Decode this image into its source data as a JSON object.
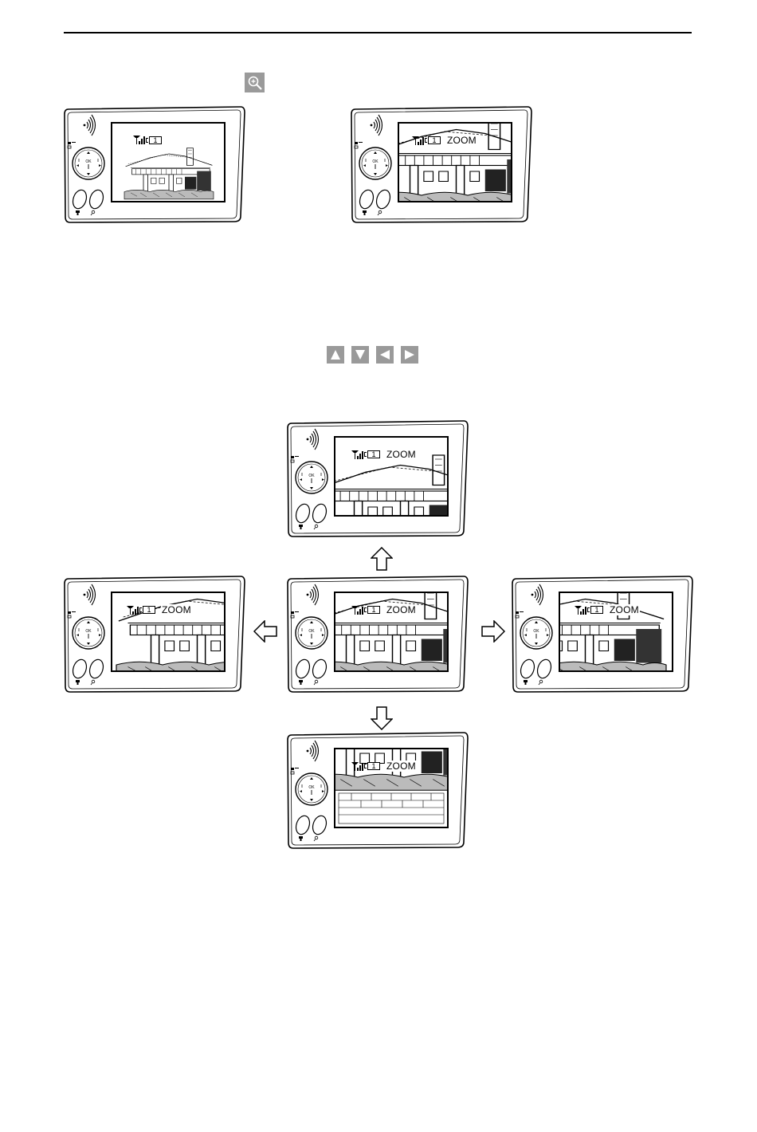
{
  "zoom_key_icon": "zoom-in-magnifier-icon",
  "direction_keys": [
    {
      "icon": "up-triangle-icon",
      "direction": "up"
    },
    {
      "icon": "down-triangle-icon",
      "direction": "down"
    },
    {
      "icon": "left-triangle-icon",
      "direction": "left"
    },
    {
      "icon": "right-triangle-icon",
      "direction": "right"
    }
  ],
  "monitors": [
    {
      "id": "before-zoom",
      "camera": "1",
      "zoom_text": ""
    },
    {
      "id": "after-zoom",
      "camera": "1",
      "zoom_text": "ZOOM"
    },
    {
      "id": "pan-up",
      "camera": "1",
      "zoom_text": "ZOOM"
    },
    {
      "id": "pan-left",
      "camera": "1",
      "zoom_text": "ZOOM"
    },
    {
      "id": "pan-center",
      "camera": "1",
      "zoom_text": "ZOOM"
    },
    {
      "id": "pan-right",
      "camera": "1",
      "zoom_text": "ZOOM"
    },
    {
      "id": "pan-down",
      "camera": "1",
      "zoom_text": "ZOOM"
    }
  ],
  "colors": {
    "key_background": "#9a9a9a",
    "line": "#000000",
    "paper": "#ffffff"
  }
}
